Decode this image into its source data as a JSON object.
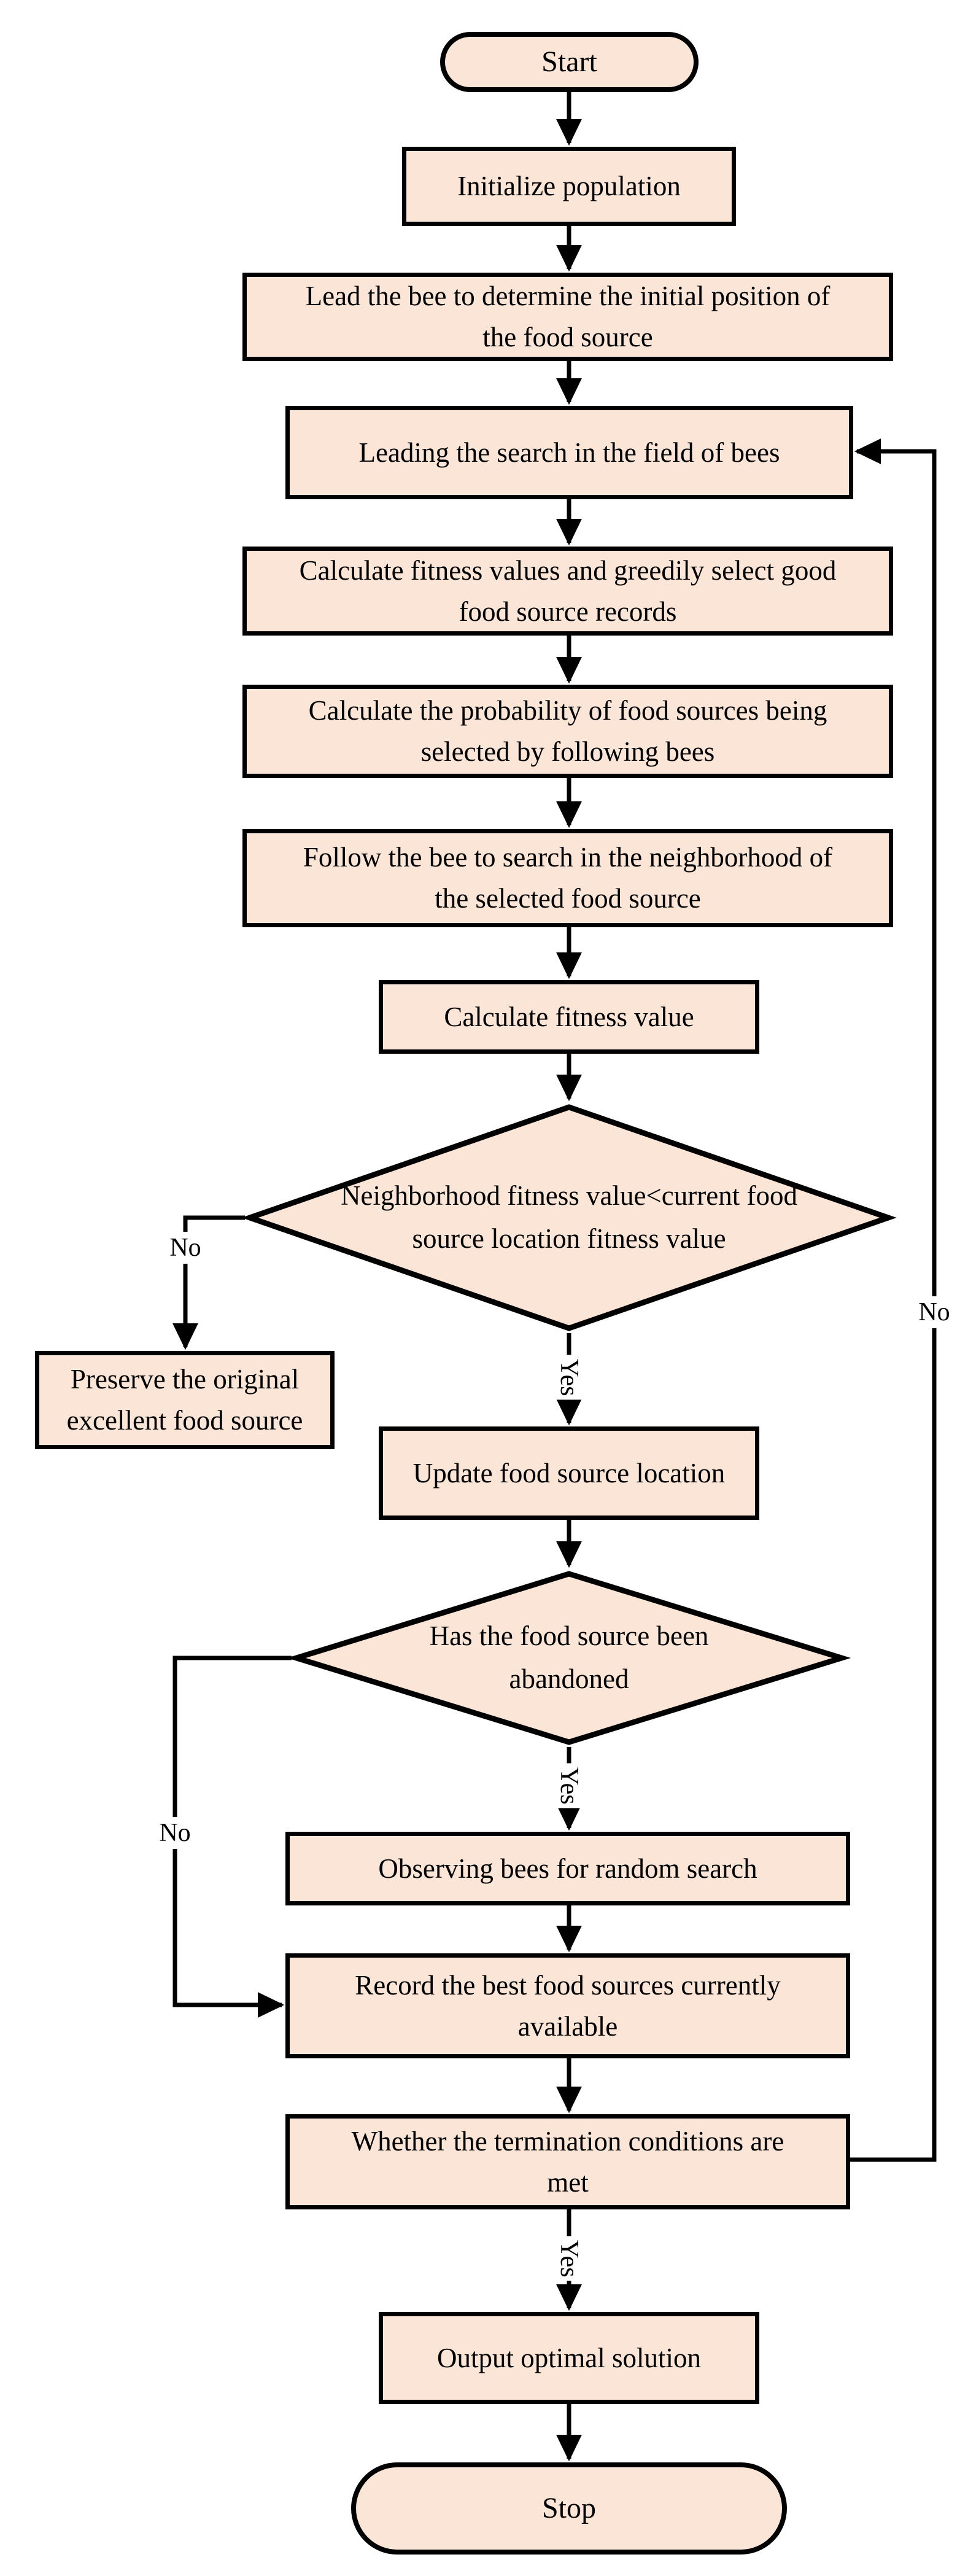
{
  "colors": {
    "node_fill": "#fbe5d6",
    "node_border": "#000000",
    "line": "#000000",
    "text": "#000000",
    "background": "#ffffff"
  },
  "labels": {
    "yes": "Yes",
    "no": "No"
  },
  "nodes": {
    "start": "Start",
    "initialize": "Initialize population",
    "lead_bee": "Lead the bee to determine the initial position of\nthe food source",
    "leading_search": "Leading the search in the field of bees",
    "calc_fitness_values": "Calculate fitness values and greedily select good\nfood source records",
    "calc_probability": "Calculate the probability of food sources being\nselected by following bees",
    "follow_bee": "Follow the bee to search in the neighborhood of\nthe selected food source",
    "calc_fitness_value": "Calculate fitness value",
    "decision_fitness": "Neighborhood fitness value<current food\nsource location fitness value",
    "preserve": "Preserve the original\nexcellent food source",
    "update": "Update food source location",
    "decision_abandoned": "Has the food source been\nabandoned",
    "observing": "Observing bees for random search",
    "record": "Record the best food sources currently\navailable",
    "termination": "Whether the termination conditions are\nmet",
    "output": "Output optimal solution",
    "stop": "Stop"
  }
}
